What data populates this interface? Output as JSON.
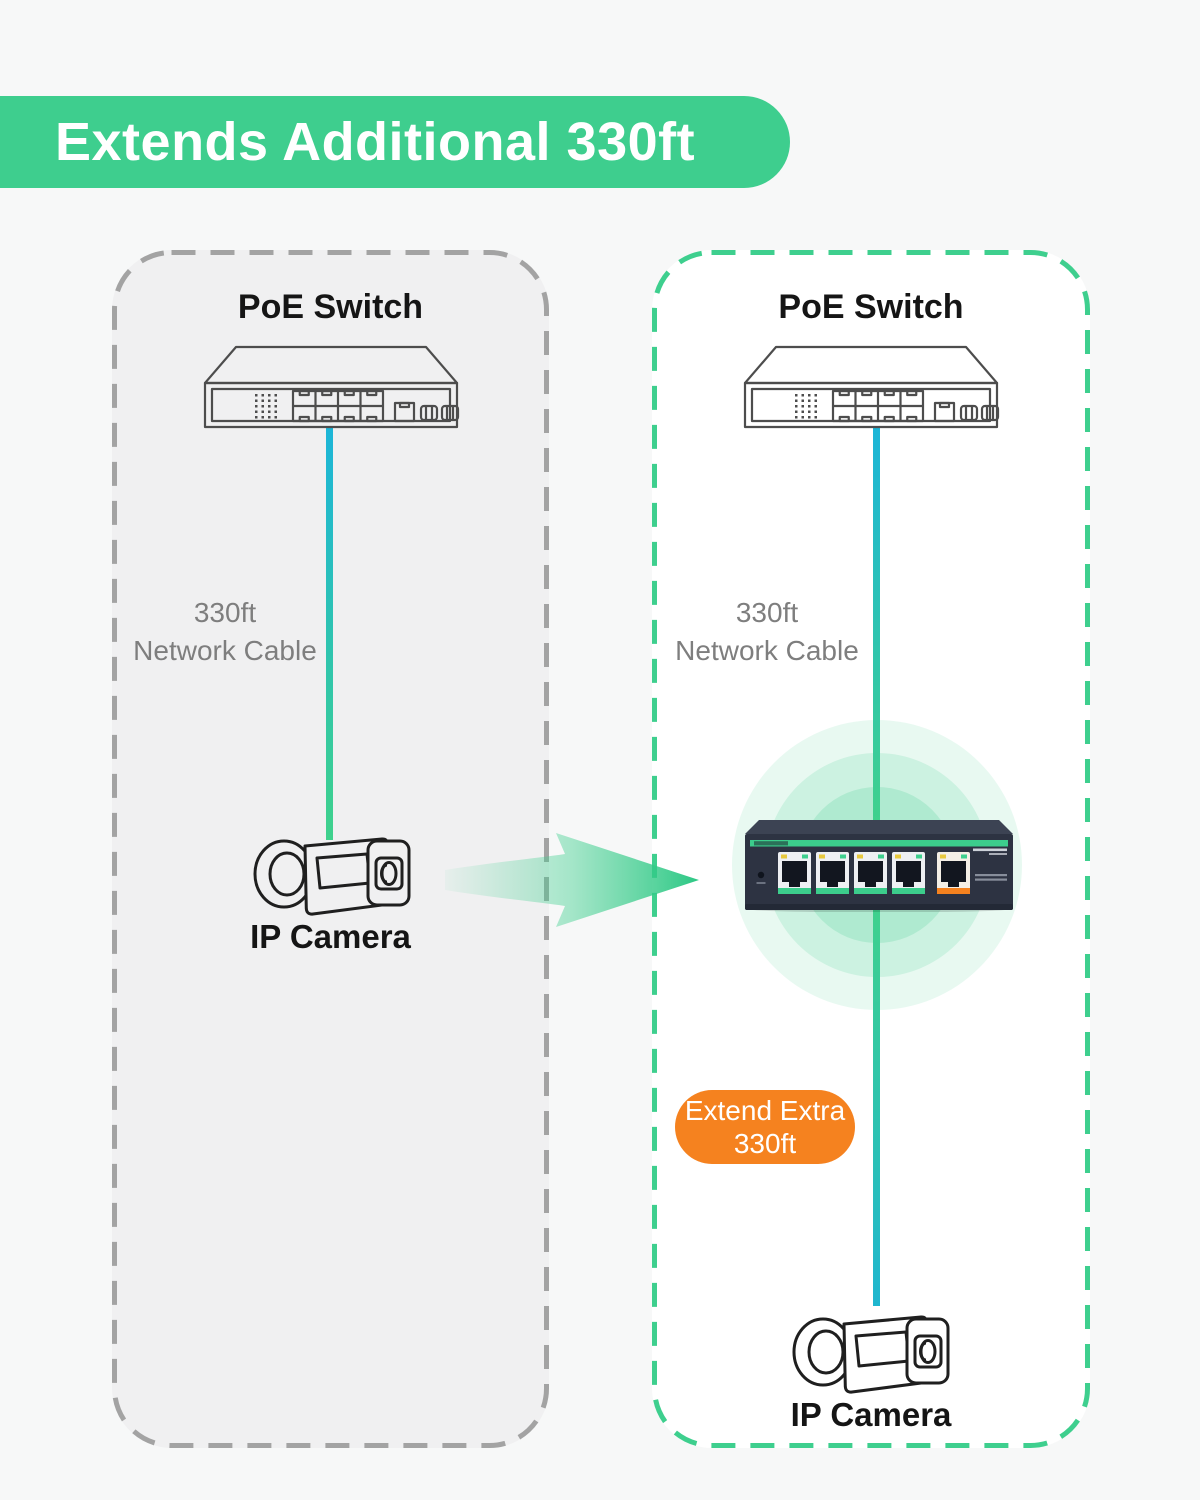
{
  "banner": {
    "label": "Extends Additional 330ft"
  },
  "panels": {
    "left": {
      "title": "PoE Switch",
      "cable_label": {
        "line1": "330ft",
        "line2": "Network Cable"
      },
      "camera_label": "IP Camera"
    },
    "right": {
      "title": "PoE Switch",
      "cable_label": {
        "line1": "330ft",
        "line2": "Network Cable"
      },
      "badge": {
        "line1": "Extend Extra",
        "line2": "330ft"
      },
      "camera_label": "IP Camera"
    }
  },
  "colors": {
    "banner_bg": "#3ECE8E",
    "accent_green": "#3ECF8E",
    "badge_orange": "#F5821F",
    "cable_cyan": "#1CB5D8",
    "cable_green": "#3FD18C",
    "label_gray": "#7E7E7E",
    "panel_left_border": "#A3A3A3",
    "panel_right_border": "#3ECF8E",
    "panel_left_bg": "#F0F0F1",
    "panel_right_bg": "#FFFFFF",
    "page_bg": "#F7F8F8"
  },
  "icons": {
    "poe_switch": "poe-switch-illustration",
    "ip_camera": "ip-camera-illustration",
    "poe_extender": "poe-extender-device",
    "arrow": "extend-arrow"
  }
}
